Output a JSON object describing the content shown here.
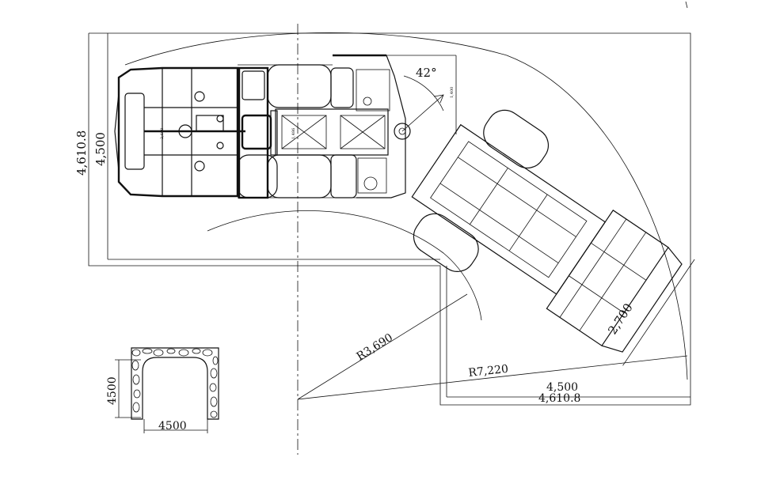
{
  "dimensions": {
    "overall_width_left": "4,610.8",
    "width_left": "4,500",
    "bucket_width": "2,700",
    "inner_radius": "R3,690",
    "outer_radius": "R7,220",
    "width_bottom": "4,500",
    "overall_width_bottom": "4,610.8",
    "articulation_angle": "42°"
  },
  "tunnel": {
    "height": "4500",
    "width": "4500"
  },
  "small_labels": {
    "axle_label": "2,600",
    "hinge_label": "1,486",
    "arm_label": "1,400"
  }
}
